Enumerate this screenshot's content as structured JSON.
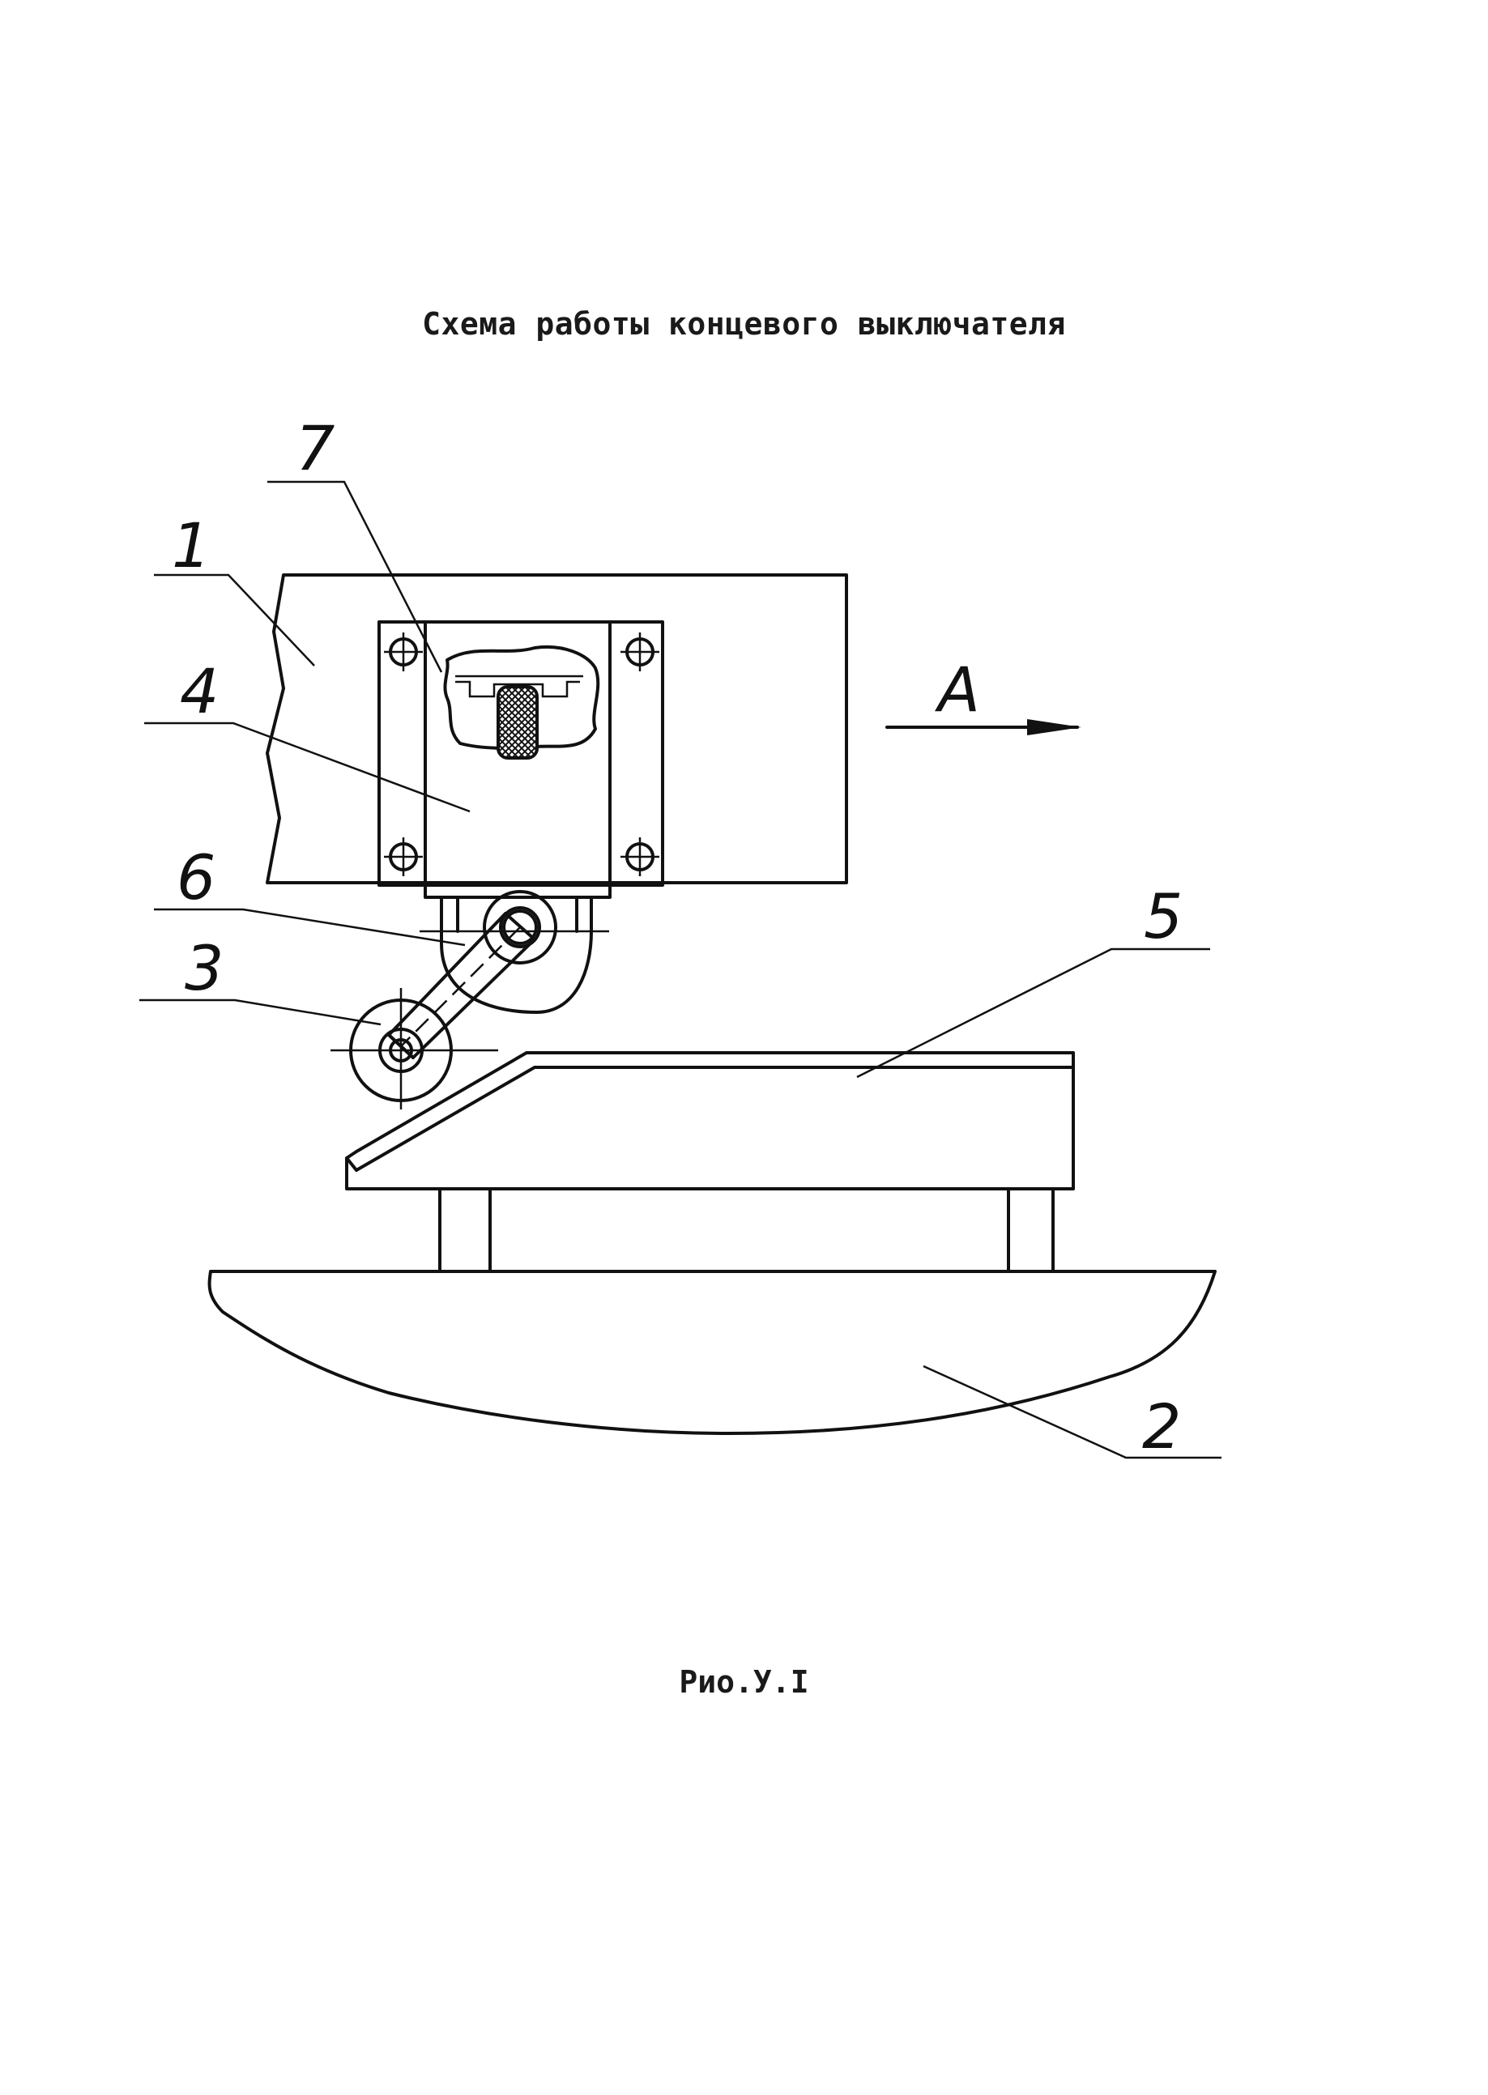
{
  "title": "Схема работы концевого выключателя",
  "caption": "Рио.У.I",
  "labels": {
    "l1": "1",
    "l2": "2",
    "l3": "3",
    "l4": "4",
    "l5": "5",
    "l6": "6",
    "l7": "7",
    "arrow": "A"
  }
}
